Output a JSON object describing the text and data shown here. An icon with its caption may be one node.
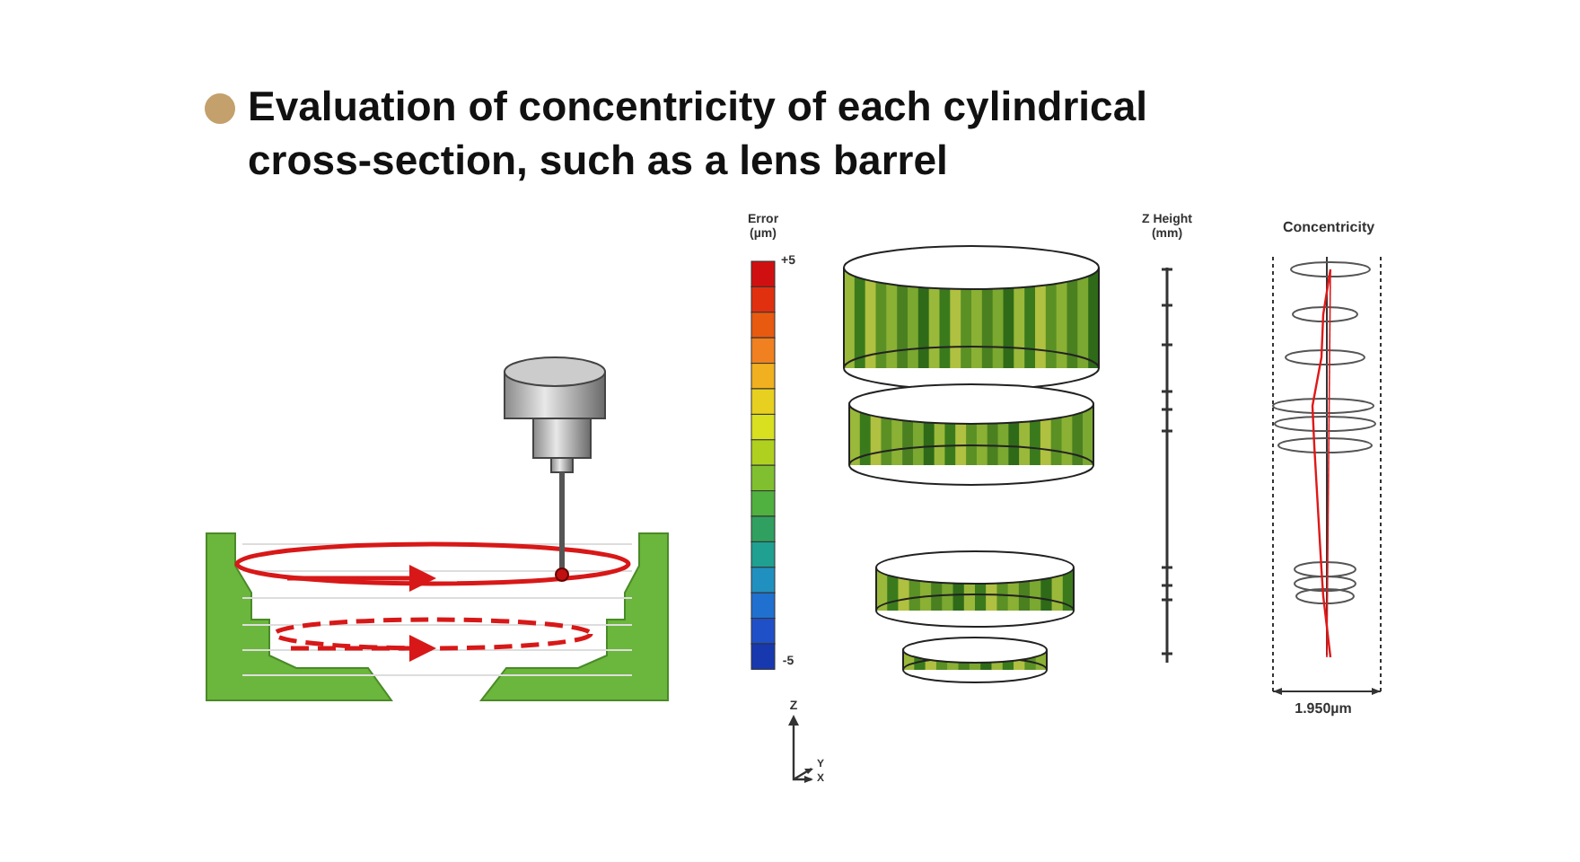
{
  "diagram": {
    "title": "Evaluation of concentricity of each cylindrical cross-section, such as a lens barrel",
    "labels": [
      "Error (µm)",
      "+5",
      "-5",
      "Z Height (mm)",
      "Concentricity",
      "1.950µm",
      "Z",
      "Y",
      "X"
    ]
  }
}
